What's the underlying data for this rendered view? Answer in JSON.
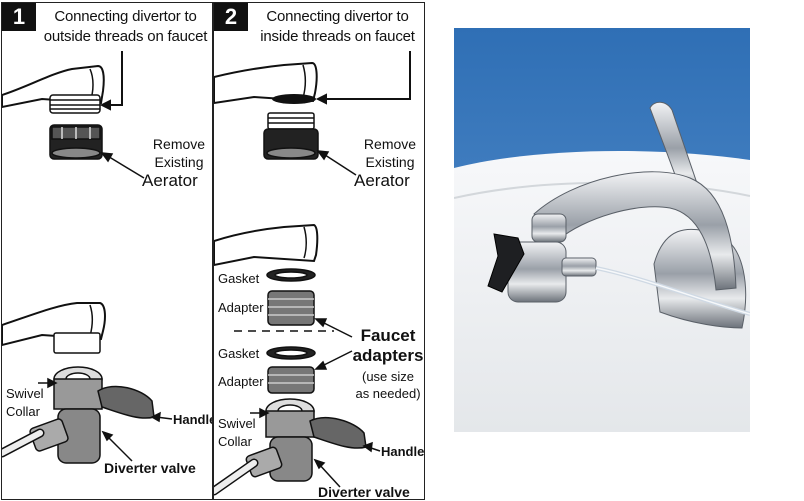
{
  "panel1": {
    "number": "1",
    "heading_line1": "Connecting divertor to",
    "heading_line2": "outside threads on faucet",
    "remove_line1": "Remove",
    "remove_line2": "Existing",
    "remove_line3": "Aerator",
    "swivel_line1": "Swivel",
    "swivel_line2": "Collar",
    "handle": "Handle",
    "diverter": "Diverter valve"
  },
  "panel2": {
    "number": "2",
    "heading_line1": "Connecting divertor to",
    "heading_line2": "inside threads on faucet",
    "remove_line1": "Remove",
    "remove_line2": "Existing",
    "remove_line3": "Aerator",
    "gasket_top": "Gasket",
    "adapter_top": "Adapter",
    "gasket_bottom": "Gasket",
    "adapter_bottom": "Adapter",
    "faucet_line1": "Faucet",
    "faucet_line2": "adapters",
    "usesize_line1": "(use size",
    "usesize_line2": "as needed)",
    "swivel_line1": "Swivel",
    "swivel_line2": "Collar",
    "handle": "Handle",
    "diverter": "Diverter valve"
  },
  "colors": {
    "photo_sky": "#2f6fb5",
    "photo_sink": "#eef0f2",
    "chrome": "#b8bdc4"
  }
}
